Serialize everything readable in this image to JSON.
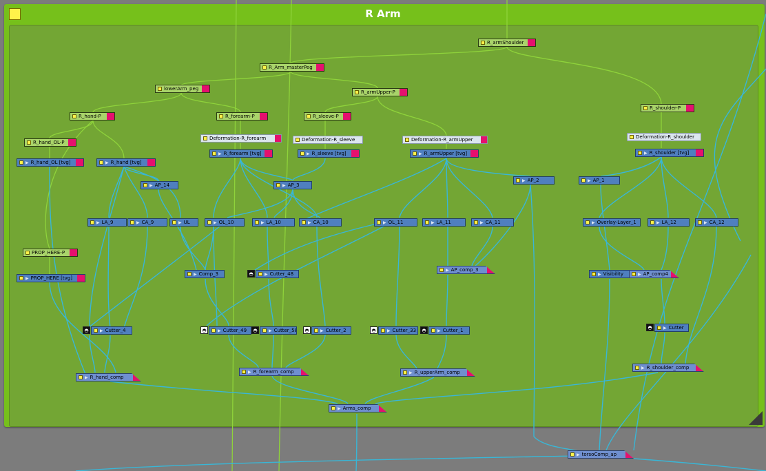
{
  "backdrop": {
    "title": "R Arm"
  },
  "colors": {
    "backdrop": "#76c01b",
    "peg": "#a9d46a",
    "read": "#4f7fbf",
    "composite": "#6f8fcf",
    "tail": "#e5106e",
    "wire_blue": "#39b6d6",
    "wire_green": "#8fd33b"
  },
  "icons": {
    "node_swatch": "yellow-square-icon",
    "expand": "play-triangle-icon",
    "cutter": "cutter-mask-icon"
  },
  "nodes": {
    "r_armshoulder": "R_armShoulder",
    "r_arm_masterpeg": "R_Arm_masterPeg",
    "lowerarm_peg": "lowerArm_peg",
    "r_armupper_p": "R_armUpper-P",
    "r_hand_p": "R_hand-P",
    "r_forearm_p": "R_forearm-P",
    "r_sleeve_p": "R_sleeve-P",
    "r_shoulder_p": "R_shoulder-P",
    "r_hand_ol_p": "R_hand_OL-P",
    "def_r_forearm": "Deformation-R_forearm",
    "def_r_sleeve": "Deformation-R_sleeve",
    "def_r_armupper": "Deformation-R_armUpper",
    "def_r_shoulder": "Deformation-R_shoulder",
    "r_hand_ol_tvg": "R_hand_OL [tvg]",
    "r_hand_tvg": "R_hand [tvg]",
    "r_forearm_tvg": "R_forearm [tvg]",
    "r_sleeve_tvg": "R_sleeve [tvg]",
    "r_armupper_tvg": "R_armUpper [tvg]",
    "r_shoulder_tvg": "R_shoulder [tvg]",
    "ap_14": "AP_14",
    "ap_3": "AP_3",
    "ap_2": "AP_2",
    "ap_1": "AP_1",
    "la_9": "LA_9",
    "ca_9": "CA_9",
    "ul": "UL",
    "ol_10": "OL_10",
    "la_10": "LA_10",
    "ca_10": "CA_10",
    "ol_11": "OL_11",
    "la_11": "LA_11",
    "ca_11": "CA_11",
    "overlay_layer_1": "Overlay-Layer_1",
    "la_12": "LA_12",
    "ca_12": "CA_12",
    "prop_here_p": "PROP_HERE-P",
    "prop_here_tvg": "PROP_HERE [tvg]",
    "comp_3": "Comp_3",
    "cutter_48": "Cutter_48",
    "ap_comp_3": "AP_comp_3",
    "visibility": "Visibility",
    "ap_comp4": "AP_comp4",
    "cutter_4": "Cutter_4",
    "cutter_49": "Cutter_49",
    "cutter_58": "Cutter_58",
    "cutter_2": "Cutter_2",
    "cutter_33": "Cutter_33",
    "cutter_1": "Cutter_1",
    "cutter": "Cutter",
    "r_hand_comp": "R_hand_comp",
    "r_forearm_comp": "R_forearm_comp",
    "r_upperarm_comp": "R_upperArm_comp",
    "r_shoulder_comp": "R_shoulder_comp",
    "arms_comp": "Arms_comp",
    "torsocomp_ap": "torsoComp_ap"
  }
}
